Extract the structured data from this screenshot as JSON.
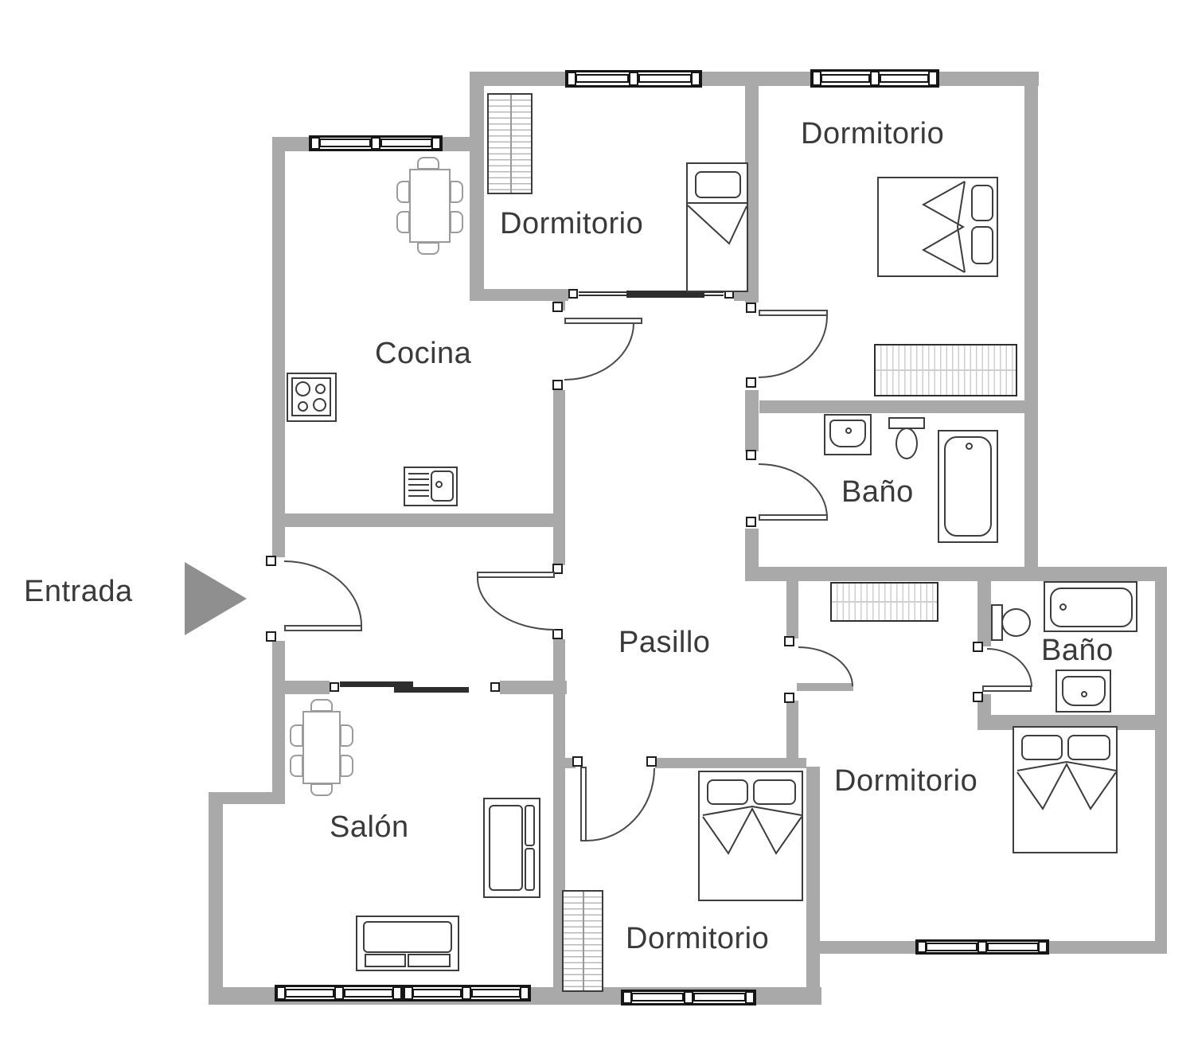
{
  "plan": {
    "labels": {
      "entrada": "Entrada",
      "cocina": "Cocina",
      "dormitorio_top": "Dormitorio",
      "dormitorio_top_right": "Dormitorio",
      "bano_top": "Baño",
      "pasillo": "Pasillo",
      "salon": "Salón",
      "dormitorio_bottom": "Dormitorio",
      "dormitorio_bottom_right": "Dormitorio",
      "bano_bottom_right": "Baño"
    },
    "colors": {
      "wall": "#a9a9a9",
      "furniture_outline_dark": "#3d3d3d",
      "furniture_outline_light": "#9b9b9b",
      "window_frame": "#161616",
      "text": "#3a3a3a",
      "entrance_arrow": "#8f8f8f",
      "background": "#ffffff"
    },
    "icons": {
      "entrance_arrow": "right-arrow-icon"
    }
  }
}
